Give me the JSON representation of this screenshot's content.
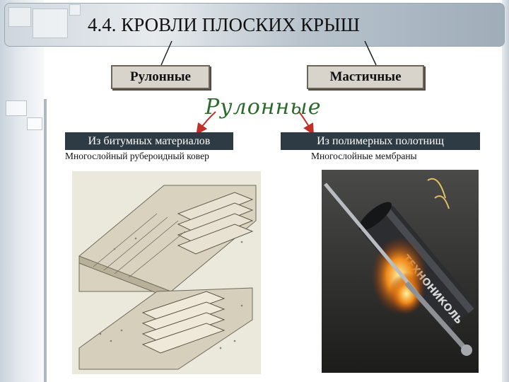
{
  "title": "4.4. КРОВЛИ ПЛОСКИХ КРЫШ",
  "top_boxes": {
    "left": "Рулонные",
    "right": "Мастичные"
  },
  "section_heading": "Рулонные",
  "categories": {
    "left": {
      "bar": "Из битумных материалов",
      "desc": "Многослойный рубероидный ковер"
    },
    "right": {
      "bar": "Из полимерных полотнищ",
      "desc": "Многослойные мембраны"
    }
  },
  "photo_roll_label": "ТЕХНОНИКОЛЬ",
  "colors": {
    "accent_arrow": "#c0302a",
    "bar_bg": "#2e3b45",
    "script_green": "#2a6a2a"
  }
}
